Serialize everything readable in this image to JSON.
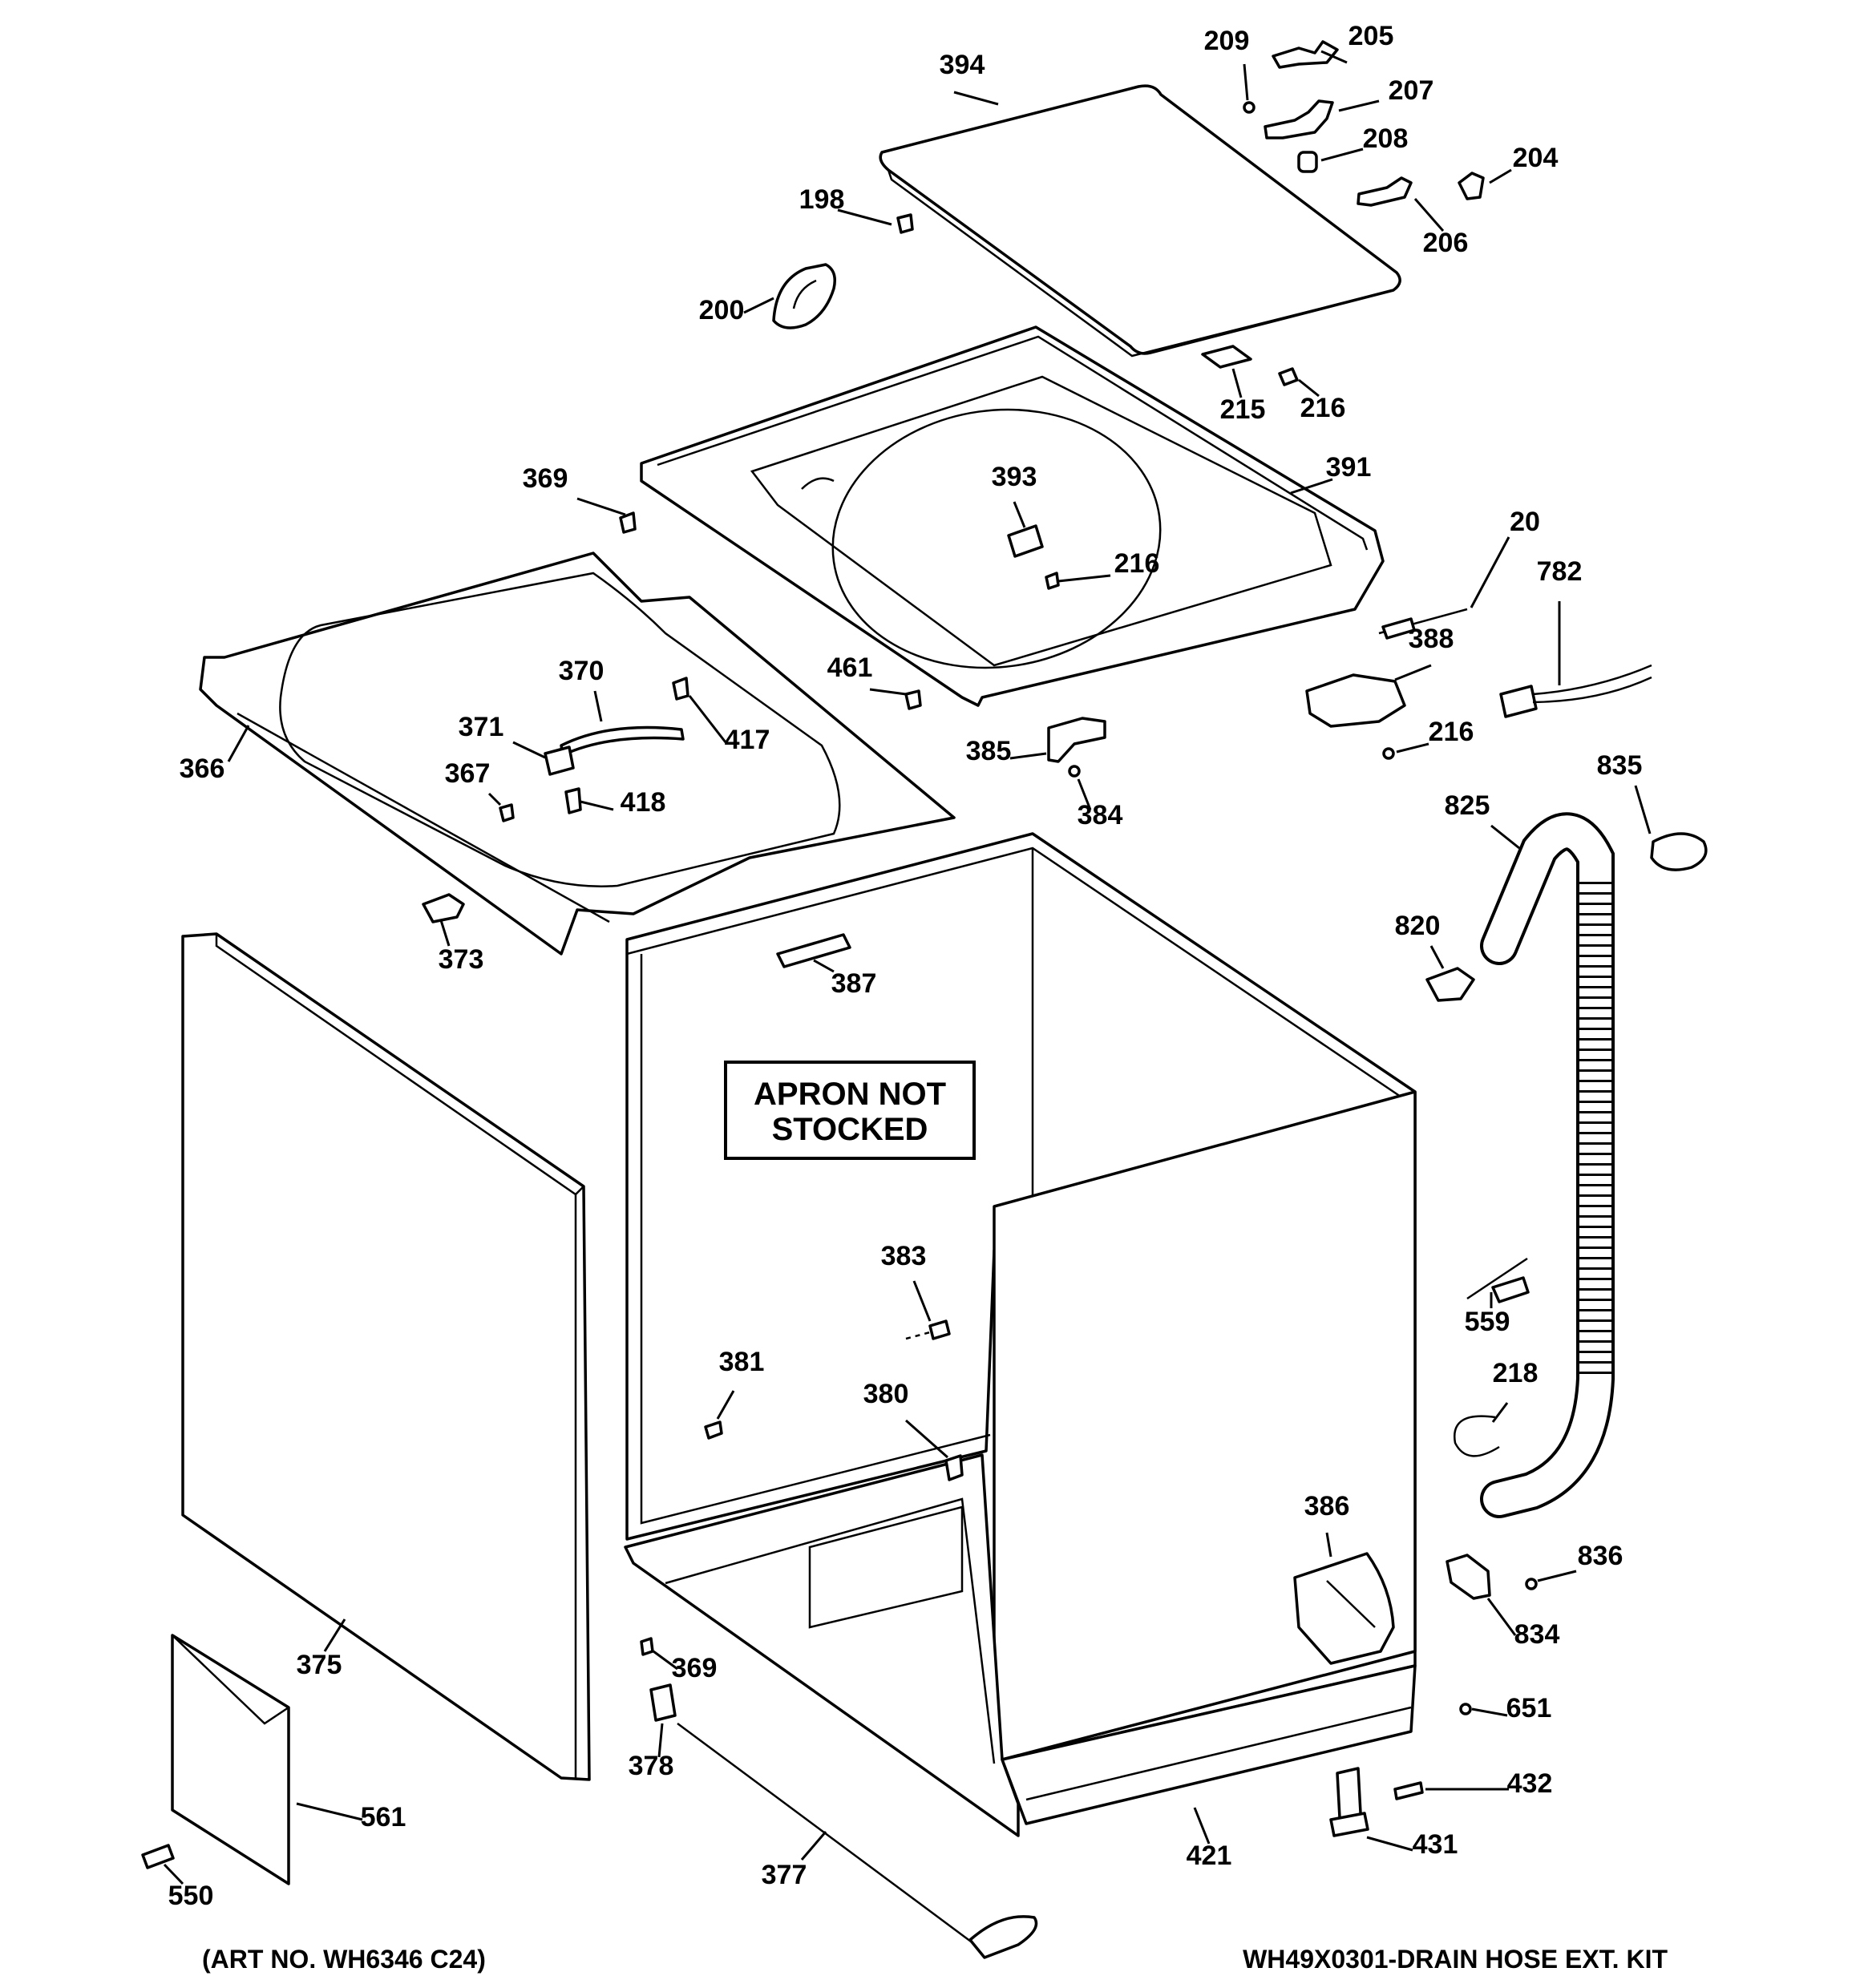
{
  "diagram": {
    "notice": {
      "line1": "APRON NOT",
      "line2": "STOCKED"
    },
    "footer": {
      "art_no": "(ART NO. WH6346 C24)",
      "kit": "WH49X0301-DRAIN HOSE EXT. KIT"
    },
    "callouts": [
      "394",
      "209",
      "205",
      "207",
      "208",
      "204",
      "206",
      "198",
      "200",
      "215",
      "216",
      "391",
      "393",
      "216",
      "369",
      "20",
      "782",
      "370",
      "461",
      "388",
      "371",
      "417",
      "216",
      "366",
      "367",
      "418",
      "385",
      "384",
      "835",
      "825",
      "373",
      "820",
      "387",
      "383",
      "559",
      "381",
      "218",
      "380",
      "386",
      "836",
      "834",
      "369",
      "651",
      "375",
      "378",
      "432",
      "561",
      "431",
      "421",
      "377",
      "550"
    ]
  }
}
